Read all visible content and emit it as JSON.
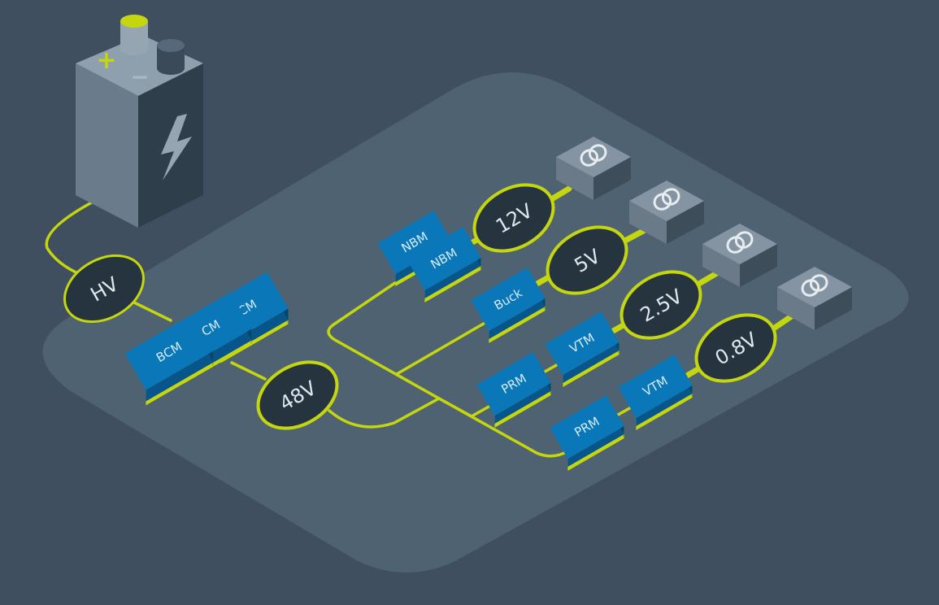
{
  "colors": {
    "background": "#404f5f",
    "platform": "#4f6272",
    "wire": "#c4d60f",
    "module_top": "#0a77b9",
    "module_side": "#07558a",
    "module_text": "#d6ecfa",
    "voltage_fill": "#26343f",
    "voltage_text": "#dfe6ec",
    "load_top": "#8494a2",
    "load_left": "#6a7a89",
    "load_right": "#3e4d5a",
    "battery_body": "#6a7c8c",
    "battery_face": "#2f3e4b"
  },
  "battery": {
    "plus_symbol": "+",
    "minus_symbol": "−",
    "icon": "lightning-bolt-icon"
  },
  "voltages": {
    "hv": "HV",
    "v48": "48V",
    "v12": "12V",
    "v5": "5V",
    "v2_5": "2.5V",
    "v0_8": "0.8V"
  },
  "modules": {
    "bcm_1": "BCM",
    "bcm_2": "BCM",
    "bcm_3": "BCM",
    "nbm_1": "NBM",
    "nbm_2": "NBM",
    "buck": "Buck",
    "vtm_1": "VTM",
    "vtm_2": "VTM",
    "prm_1": "PRM",
    "prm_2": "PRM"
  },
  "loads": {
    "icon": "double-ring-icon",
    "count": 4
  }
}
